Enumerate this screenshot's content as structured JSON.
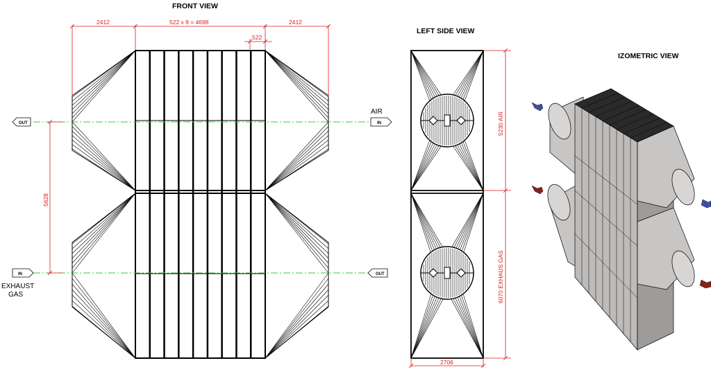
{
  "views": {
    "front": "FRONT VIEW",
    "left_side": "LEFT SIDE VIEW",
    "isometric": "IZOMETRIC VIEW"
  },
  "dimensions": {
    "front_left_width": "2412",
    "front_core_width": "522 x 9 = 4698",
    "front_module_width": "522",
    "front_right_width": "2412",
    "front_axis_spacing": "5628",
    "side_air_height": "5230 AIR",
    "side_gas_height": "6070 EXHAUS GAS",
    "side_width": "2706"
  },
  "ports": {
    "air_label": "AIR",
    "air_in": "IN",
    "air_out": "OUT",
    "gas_label_line1": "EXHAUST",
    "gas_label_line2": "GAS",
    "gas_in": "IN",
    "gas_out": "OUT"
  },
  "colors": {
    "dimension": "#d81c1c",
    "centerline": "#33cc33",
    "line": "#000000",
    "iso_body": "#c8c6c4",
    "iso_dark": "#2a2a2a",
    "iso_air_arrow": "#3c4fa8",
    "iso_gas_arrow": "#8a1f1f"
  }
}
